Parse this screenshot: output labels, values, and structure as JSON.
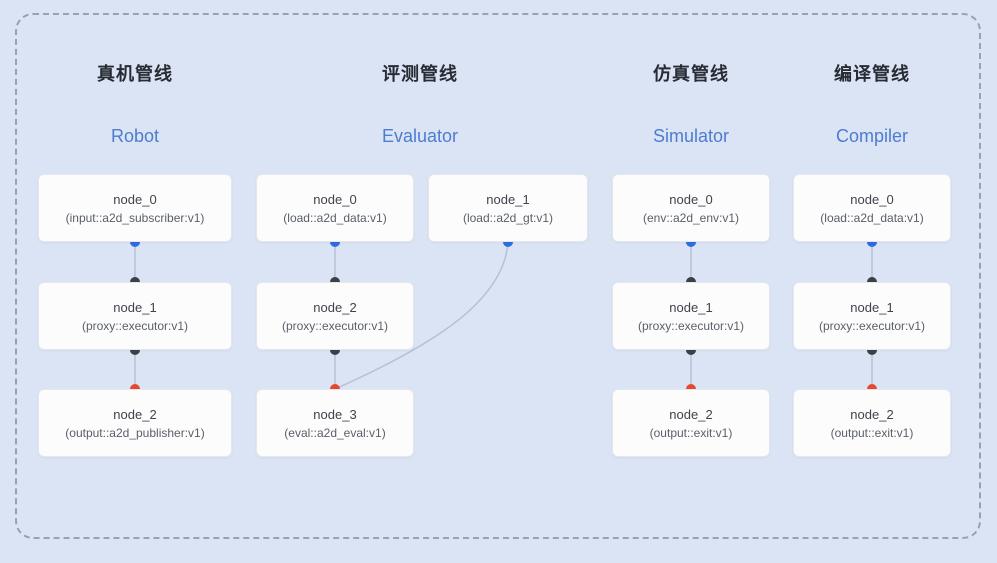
{
  "diagram": {
    "pipelines": [
      {
        "title_zh": "真机管线",
        "title_en": "Robot",
        "nodes": [
          {
            "name": "node_0",
            "type": "(input::a2d_subscriber:v1)"
          },
          {
            "name": "node_1",
            "type": "(proxy::executor:v1)"
          },
          {
            "name": "node_2",
            "type": "(output::a2d_publisher:v1)"
          }
        ]
      },
      {
        "title_zh": "评测管线",
        "title_en": "Evaluator",
        "nodes": [
          {
            "name": "node_0",
            "type": "(load::a2d_data:v1)"
          },
          {
            "name": "node_1",
            "type": "(load::a2d_gt:v1)"
          },
          {
            "name": "node_2",
            "type": "(proxy::executor:v1)"
          },
          {
            "name": "node_3",
            "type": "(eval::a2d_eval:v1)"
          }
        ]
      },
      {
        "title_zh": "仿真管线",
        "title_en": "Simulator",
        "nodes": [
          {
            "name": "node_0",
            "type": "(env::a2d_env:v1)"
          },
          {
            "name": "node_1",
            "type": "(proxy::executor:v1)"
          },
          {
            "name": "node_2",
            "type": "(output::exit:v1)"
          }
        ]
      },
      {
        "title_zh": "编译管线",
        "title_en": "Compiler",
        "nodes": [
          {
            "name": "node_0",
            "type": "(load::a2d_data:v1)"
          },
          {
            "name": "node_1",
            "type": "(proxy::executor:v1)"
          },
          {
            "name": "node_2",
            "type": "(output::exit:v1)"
          }
        ]
      }
    ]
  },
  "colors": {
    "background": "#dbe4f4",
    "accent_blue": "#4d7cd1",
    "port_output": "#2e6ce0",
    "port_input": "#3c4046",
    "port_terminal": "#e8472f",
    "wire": "#b7c1d3"
  }
}
